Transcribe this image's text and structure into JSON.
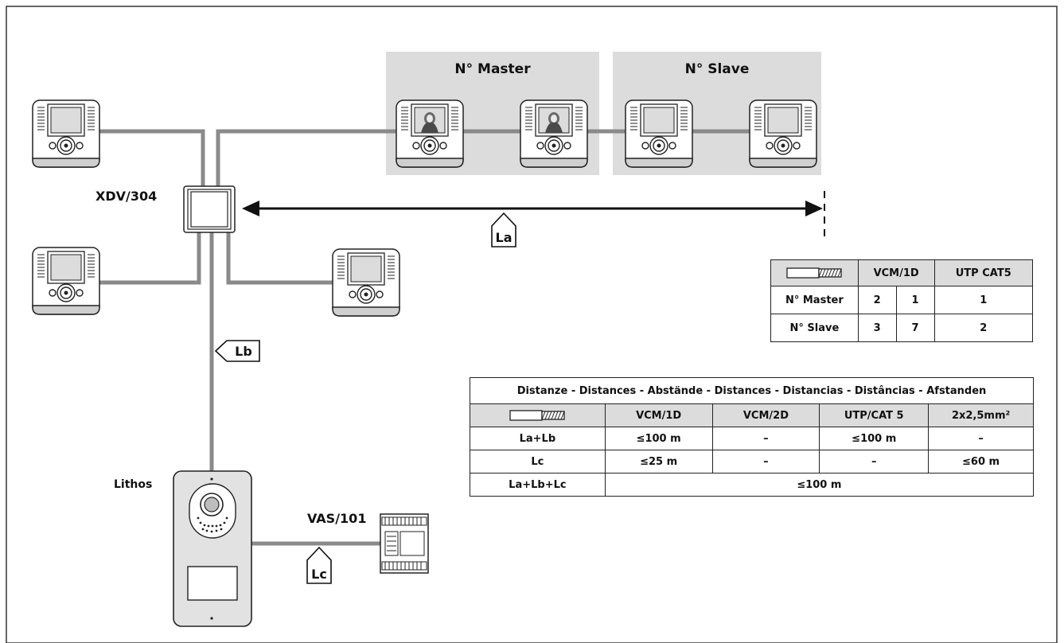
{
  "colors": {
    "wire": "#8a8a8a",
    "group_bg": "#dcdcdc",
    "ink": "#111111"
  },
  "groups": {
    "master": "N° Master",
    "slave": "N° Slave"
  },
  "devices": {
    "switch": "XDV/304",
    "panel": "Lithos",
    "psu": "VAS/101"
  },
  "tags": {
    "la": "La",
    "lb": "Lb",
    "lc": "Lc"
  },
  "table1": {
    "header": {
      "cable_icon": "cable-icon",
      "vcm": "VCM/1D",
      "utp": "UTP CAT5"
    },
    "rows": [
      {
        "label": "N° Master",
        "vcm_a": "2",
        "vcm_b": "1",
        "utp": "1"
      },
      {
        "label": "N° Slave",
        "vcm_a": "3",
        "vcm_b": "7",
        "utp": "2"
      }
    ]
  },
  "table2": {
    "title": "Distanze - Distances - Abstände - Distances - Distancias - Distâncias - Afstanden",
    "header": [
      "VCM/1D",
      "VCM/2D",
      "UTP/CAT 5",
      "2x2,5mm²"
    ],
    "rows": [
      {
        "label": "La+Lb",
        "values": [
          "≤100 m",
          "–",
          "≤100 m",
          "–"
        ]
      },
      {
        "label": "Lc",
        "values": [
          "≤25 m",
          "–",
          "–",
          "≤60 m"
        ]
      }
    ],
    "total": {
      "label": "La+Lb+Lc",
      "value": "≤100 m"
    }
  }
}
